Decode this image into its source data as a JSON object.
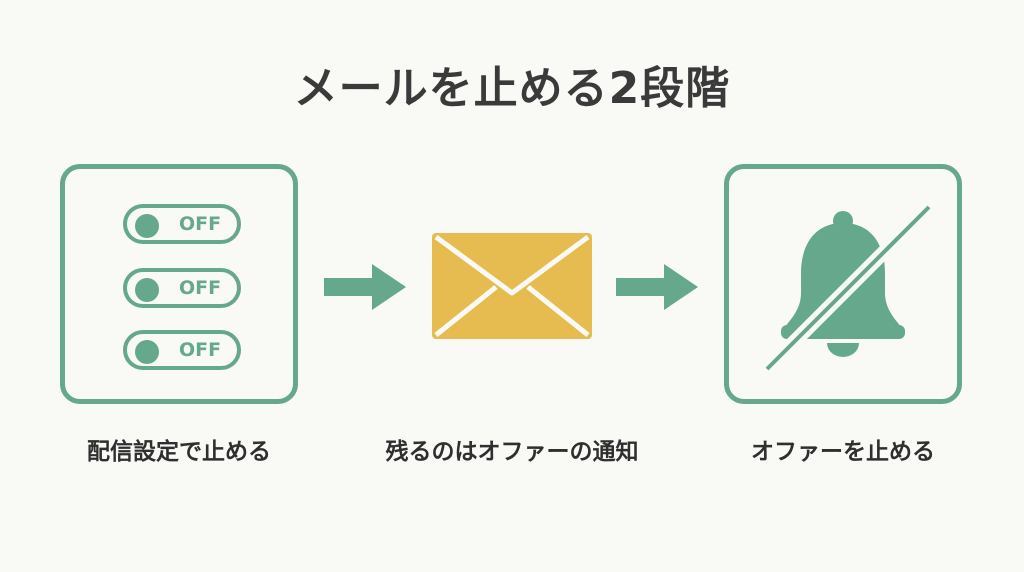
{
  "title": "メールを止める2段階",
  "colors": {
    "accent": "#66a88c",
    "envelope": "#e6bb4f",
    "background": "#f9f9f6",
    "text": "#2f2f2f"
  },
  "steps": [
    {
      "label": "配信設定で止める",
      "icon": "toggle-switches",
      "toggles": [
        "OFF",
        "OFF",
        "OFF"
      ]
    },
    {
      "label": "残るのはオファーの通知",
      "icon": "envelope-icon"
    },
    {
      "label": "オファーを止める",
      "icon": "bell-off-icon"
    }
  ]
}
